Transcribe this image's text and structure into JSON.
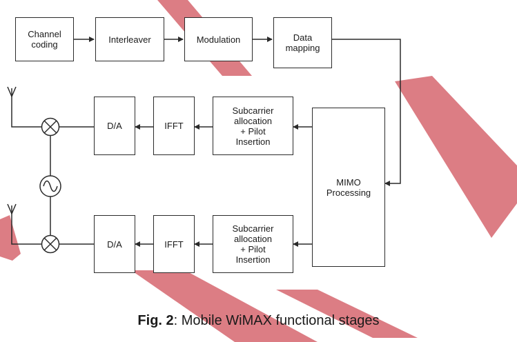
{
  "blocks": {
    "channel_coding": "Channel\ncoding",
    "interleaver": "Interleaver",
    "modulation": "Modulation",
    "data_mapping": "Data\nmapping",
    "mimo": "MIMO\nProcessing",
    "subcarrier_top": "Subcarrier\nallocation\n+ Pilot\nInsertion",
    "ifft_top": "IFFT",
    "da_top": "D/A",
    "subcarrier_bottom": "Subcarrier\nallocation\n+ Pilot\nInsertion",
    "ifft_bottom": "IFFT",
    "da_bottom": "D/A"
  },
  "caption": {
    "label": "Fig. 2",
    "text": ": Mobile WiMAX functional stages"
  },
  "colors": {
    "line": "#2a2a2a",
    "watermark": "#d9727a",
    "text": "#1a1a1a"
  }
}
